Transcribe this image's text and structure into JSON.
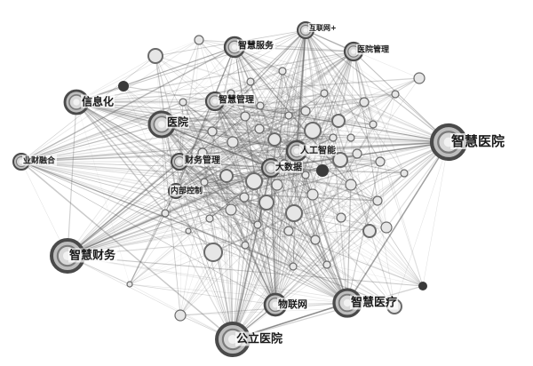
{
  "graph": {
    "background": "#ffffff",
    "edge_color": "#5a5a5a",
    "node_ring_color": "#4a4a4a",
    "node_fill_color": "#d8d8d8",
    "labeled_nodes": [
      {
        "id": "zhihui_yiyuan",
        "label": "智慧医院",
        "weight": 10
      },
      {
        "id": "zhihui_caiwu",
        "label": "智慧财务",
        "weight": 9
      },
      {
        "id": "gongli_yiyuan",
        "label": "公立医院",
        "weight": 9
      },
      {
        "id": "zhihui_yiliao",
        "label": "智慧医疗",
        "weight": 8
      },
      {
        "id": "xinxihua",
        "label": "信息化",
        "weight": 7
      },
      {
        "id": "yiyuan",
        "label": "医院",
        "weight": 7
      },
      {
        "id": "wulianwang",
        "label": "物联网",
        "weight": 6
      },
      {
        "id": "rengong_zhineng",
        "label": "人工智能",
        "weight": 6
      },
      {
        "id": "dashuju",
        "label": "大数据",
        "weight": 6
      },
      {
        "id": "zhihui_fuwu",
        "label": "智慧服务",
        "weight": 5
      },
      {
        "id": "zhihui_guanli",
        "label": "智慧管理",
        "weight": 5
      },
      {
        "id": "caiwu_guanli",
        "label": "财务管理",
        "weight": 5
      },
      {
        "id": "neibu_kongzhi",
        "label": "内部控制",
        "weight": 4
      },
      {
        "id": "yewu_caiwu_ronghe",
        "label": "业财融合",
        "weight": 4
      },
      {
        "id": "yiyuan_guanli",
        "label": "医院管理",
        "weight": 4
      },
      {
        "id": "hulianwang",
        "label": "互联网+",
        "weight": 4
      }
    ]
  }
}
